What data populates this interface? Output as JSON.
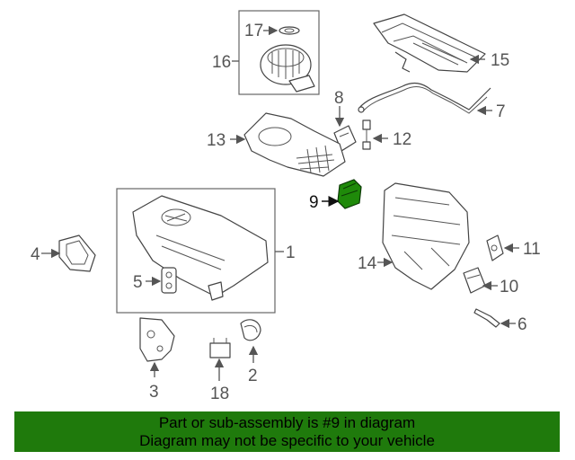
{
  "callouts": {
    "c1": "1",
    "c2": "2",
    "c3": "3",
    "c4": "4",
    "c5": "5",
    "c6": "6",
    "c7": "7",
    "c8": "8",
    "c9": "9",
    "c10": "10",
    "c11": "11",
    "c12": "12",
    "c13": "13",
    "c14": "14",
    "c15": "15",
    "c16": "16",
    "c17": "17",
    "c18": "18"
  },
  "highlight": {
    "part_number": "9",
    "color": "#1f8a0a"
  },
  "banner": {
    "line1": "Part or sub-assembly is #9 in diagram",
    "line2": "Diagram may not be specific to your vehicle",
    "background": "#1f7a0c"
  }
}
